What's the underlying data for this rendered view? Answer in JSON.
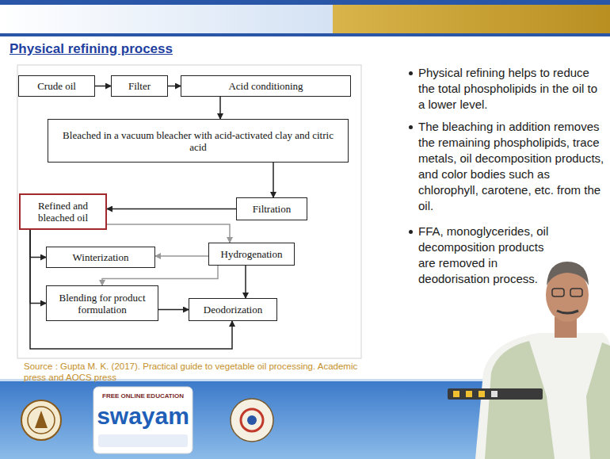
{
  "diagram": {
    "title": "Physical refining process",
    "nodes": [
      {
        "text": [
          "Crude oil"
        ]
      },
      {
        "text": [
          "Filter"
        ]
      },
      {
        "text": [
          "Acid conditioning"
        ]
      },
      {
        "text": [
          "Bleached in a vacuum bleacher with acid-activated clay and citric acid"
        ]
      },
      {
        "text": [
          "Filtration"
        ]
      },
      {
        "text": [
          "Refined and bleached oil"
        ]
      },
      {
        "text": [
          "Winterization"
        ]
      },
      {
        "text": [
          "Hydrogenation"
        ]
      },
      {
        "text": [
          "Blending for product formulation"
        ]
      },
      {
        "text": [
          "Deodorization"
        ]
      }
    ],
    "edges": [
      {
        "from": 0,
        "to": 1,
        "arrow": "to"
      },
      {
        "from": 1,
        "to": 2,
        "arrow": "to"
      },
      {
        "from": 2,
        "to": 3,
        "arrow": "to"
      },
      {
        "from": 3,
        "to": 4,
        "arrow": "to"
      },
      {
        "from": 4,
        "to": 5,
        "arrow": "to"
      },
      {
        "from": 5,
        "to": 7,
        "arrow": "to"
      },
      {
        "from": 7,
        "to": 6,
        "arrow": "to"
      },
      {
        "from": 7,
        "to": 8,
        "arrow": "to"
      },
      {
        "from": 7,
        "to": 9,
        "arrow": "to"
      },
      {
        "from": 5,
        "to": 6,
        "arrow": "to"
      },
      {
        "from": 5,
        "to": 8,
        "arrow": "to"
      },
      {
        "from": 5,
        "to": 9,
        "arrow": "to"
      },
      {
        "from": 8,
        "to": 9,
        "arrow": "to"
      }
    ],
    "labels": [
      "Physical refining helps to reduce the total phospholipids in the oil to a lower level.",
      "The bleaching in addition removes the remaining phospholipids, trace metals, oil decomposition products, and color bodies such as chlorophyll, carotene, etc. from the oil.",
      "FFA, monoglycerides, oil decomposition products are removed in deodorisation process.",
      "Source : Gupta M. K. (2017). Practical guide to vegetable oil processing. Academic press and AOCS press",
      "FREE ONLINE EDUCATION",
      "swayam"
    ]
  }
}
